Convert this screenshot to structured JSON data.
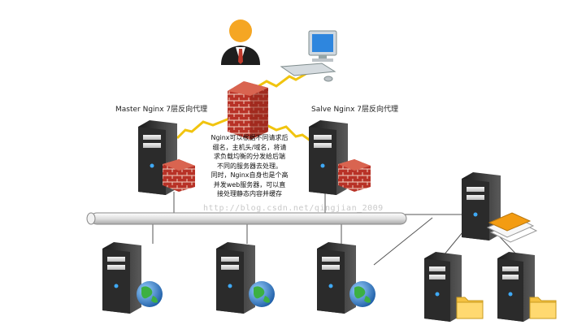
{
  "labels": {
    "master": "Master Nginx 7层反向代理",
    "slave": "Salve Nginx 7层反向代理"
  },
  "description_lines": [
    "Nginx可以根据不同请求后",
    "缀名，主机头/域名，将请",
    "求负载均衡的分发给后端",
    "不同的服务器去处理。",
    "同时，Nginx自身也是个高",
    "并发web服务器，可以直",
    "接处理静态内容并缓存"
  ],
  "watermark": "http://blog.csdn.net/qingjian_2009",
  "icons": {
    "user": "user-icon",
    "workstation": "computer-icon",
    "firewall": "firewall-icon",
    "server": "server-icon",
    "globe": "globe-icon",
    "folder": "folder-icon",
    "documents": "documents-icon",
    "network": "network-bus"
  },
  "colors": {
    "server_body": "#2b2b2b",
    "server_face": "#e8e8e8",
    "brick": "#c0392b",
    "lightning": "#f1c40f",
    "bus": "#e6e6e6",
    "user_tie": "#c0392b",
    "user_skin": "#f5a623",
    "globe": "#2e86de",
    "folder": "#f5c242"
  }
}
